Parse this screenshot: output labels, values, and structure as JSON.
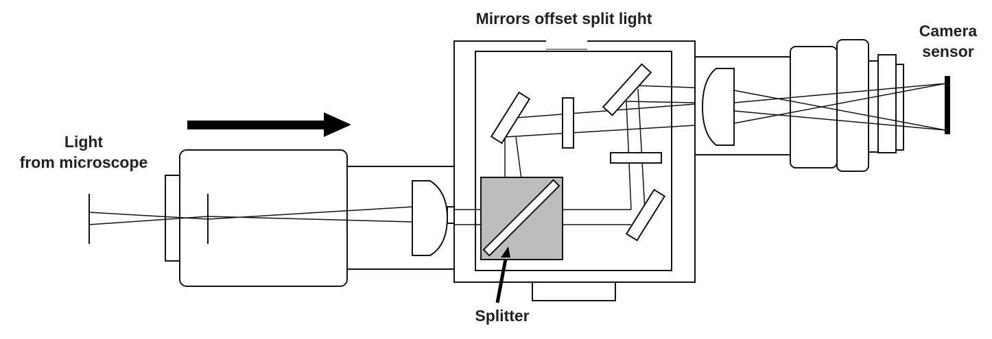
{
  "labels": {
    "top": "Mirrors offset split light",
    "camera_line1": "Camera",
    "camera_line2": "sensor",
    "light_line1": "Light",
    "light_line2": "from microscope",
    "splitter": "Splitter"
  },
  "colors": {
    "stroke": "#111111",
    "splitter_fill": "#bdbdbd",
    "arrow": "#000000",
    "text": "#222222"
  }
}
